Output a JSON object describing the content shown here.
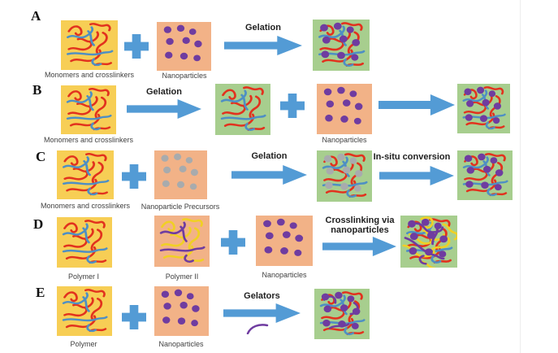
{
  "panels": [
    {
      "label": "A",
      "box1_caption": "Monomers and crosslinkers",
      "box2_caption": "Nanoparticles",
      "arrow1_label": "Gelation"
    },
    {
      "label": "B",
      "box1_caption": "Monomers and crosslinkers",
      "arrow1_label": "Gelation",
      "box2_caption": "Nanoparticles"
    },
    {
      "label": "C",
      "box1_caption": "Monomers and crosslinkers",
      "box2_caption": "Nanoparticle Precursors",
      "arrow1_label": "Gelation",
      "arrow2_label": "In-situ conversion"
    },
    {
      "label": "D",
      "box1_caption": "Polymer I",
      "box2_caption": "Polymer II",
      "box3_caption": "Nanoparticles",
      "arrow1_label": "Crosslinking via nanoparticles"
    },
    {
      "label": "E",
      "box1_caption": "Polymer",
      "box2_caption": "Nanoparticles",
      "arrow1_label": "Gelators"
    }
  ],
  "colors": {
    "monomer_box": "#F7CE55",
    "nanoparticle_box": "#F2B287",
    "gel_box": "#A7CE8E",
    "arrow_blue": "#539BD5",
    "red_chain": "#E2321E",
    "blue_chain": "#4E8FC4",
    "yellow_chain": "#F0D024",
    "purple_particle": "#6F3CA0",
    "gray_particle": "#A8ABAD",
    "caption_text": "#3F3F3F",
    "label_text": "#1F1F1F"
  }
}
